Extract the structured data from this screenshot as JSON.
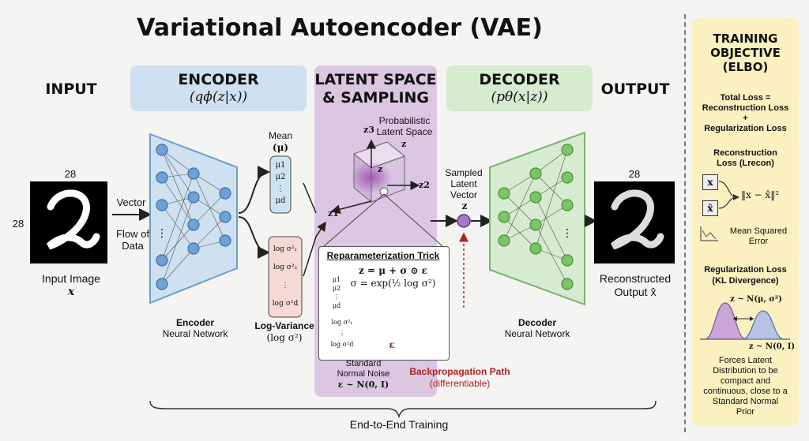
{
  "title": "Variational Autoencoder (VAE)",
  "input": {
    "header": "INPUT",
    "dim_top": "28",
    "dim_left": "28",
    "label": "Input Image",
    "var": "x",
    "vector_label": "Vector",
    "flow_label": "Flow of\nData"
  },
  "encoder": {
    "header": "ENCODER",
    "formula": "(qϕ(z|x))",
    "nn_label": "Encoder",
    "nn_sub": "Neural Network",
    "mean_label": "Mean",
    "mean_sym": "(μ)",
    "mu_items": [
      "μ1",
      "μ2",
      "⋮",
      "μd"
    ],
    "logvar_items": [
      "log σ²₁",
      "log σ²₂",
      "⋮",
      "log σ²d"
    ],
    "logvar_label": "Log-Variance",
    "logvar_sym": "(log σ²)"
  },
  "latent": {
    "header_line1": "LATENT SPACE",
    "header_line2": "& SAMPLING",
    "space_label": "Probabilistic\nLatent Space",
    "axis_z": "z",
    "axis_z1": "z1",
    "axis_z2": "z2",
    "axis_z3": "z3",
    "sampled_label": "Sampled\nLatent\nVector",
    "sampled_sym": "z"
  },
  "reparam": {
    "title": "Reparameterization Trick",
    "eq1": "z = μ + σ ⊙ ε",
    "eq2": "σ = exp(½ log σ²)",
    "mu_items": [
      "μ1",
      "μ2",
      "⋮",
      "μd"
    ],
    "var_items": [
      "log σ²₁",
      "⋮",
      "log σ²d"
    ],
    "eps": "ε",
    "noise_label": "Standard\nNormal Noise",
    "noise_formula": "ε ~ N(0, I)"
  },
  "backprop": {
    "label": "Backpropagation Path",
    "sub": "(differentiable)"
  },
  "decoder": {
    "header": "DECODER",
    "formula": "(pθ(x|z))",
    "nn_label": "Decoder",
    "nn_sub": "Neural Network"
  },
  "output": {
    "header": "OUTPUT",
    "dim_top": "28",
    "label": "Reconstructed",
    "label2": "Output x̂"
  },
  "training": {
    "label": "End-to-End Training"
  },
  "objective": {
    "title": "TRAINING\nOBJECTIVE\n(ELBO)",
    "total": "Total Loss =\nReconstruction Loss\n+\nRegularization Loss",
    "recon_title": "Reconstruction\nLoss (Lrecon)",
    "x_box": "x",
    "xhat_box": "x̂",
    "norm": "‖x − x̂‖²",
    "mse": "Mean Squared\nError",
    "reg_title": "Regularization Loss\n(KL Divergence)",
    "dist1": "z ~ N(μ, σ²)",
    "dist2": "z ~ N(0, I)",
    "desc": "Forces Latent\nDistribution to be\ncompact and\ncontinuous, close to a\nStandard Normal\nPrior"
  },
  "colors": {
    "encoder": "#cfe0f0",
    "latent": "#dcc7e3",
    "decoder": "#d6ebcf",
    "objective": "#faf0c0",
    "backprop": "#b11e1e"
  }
}
